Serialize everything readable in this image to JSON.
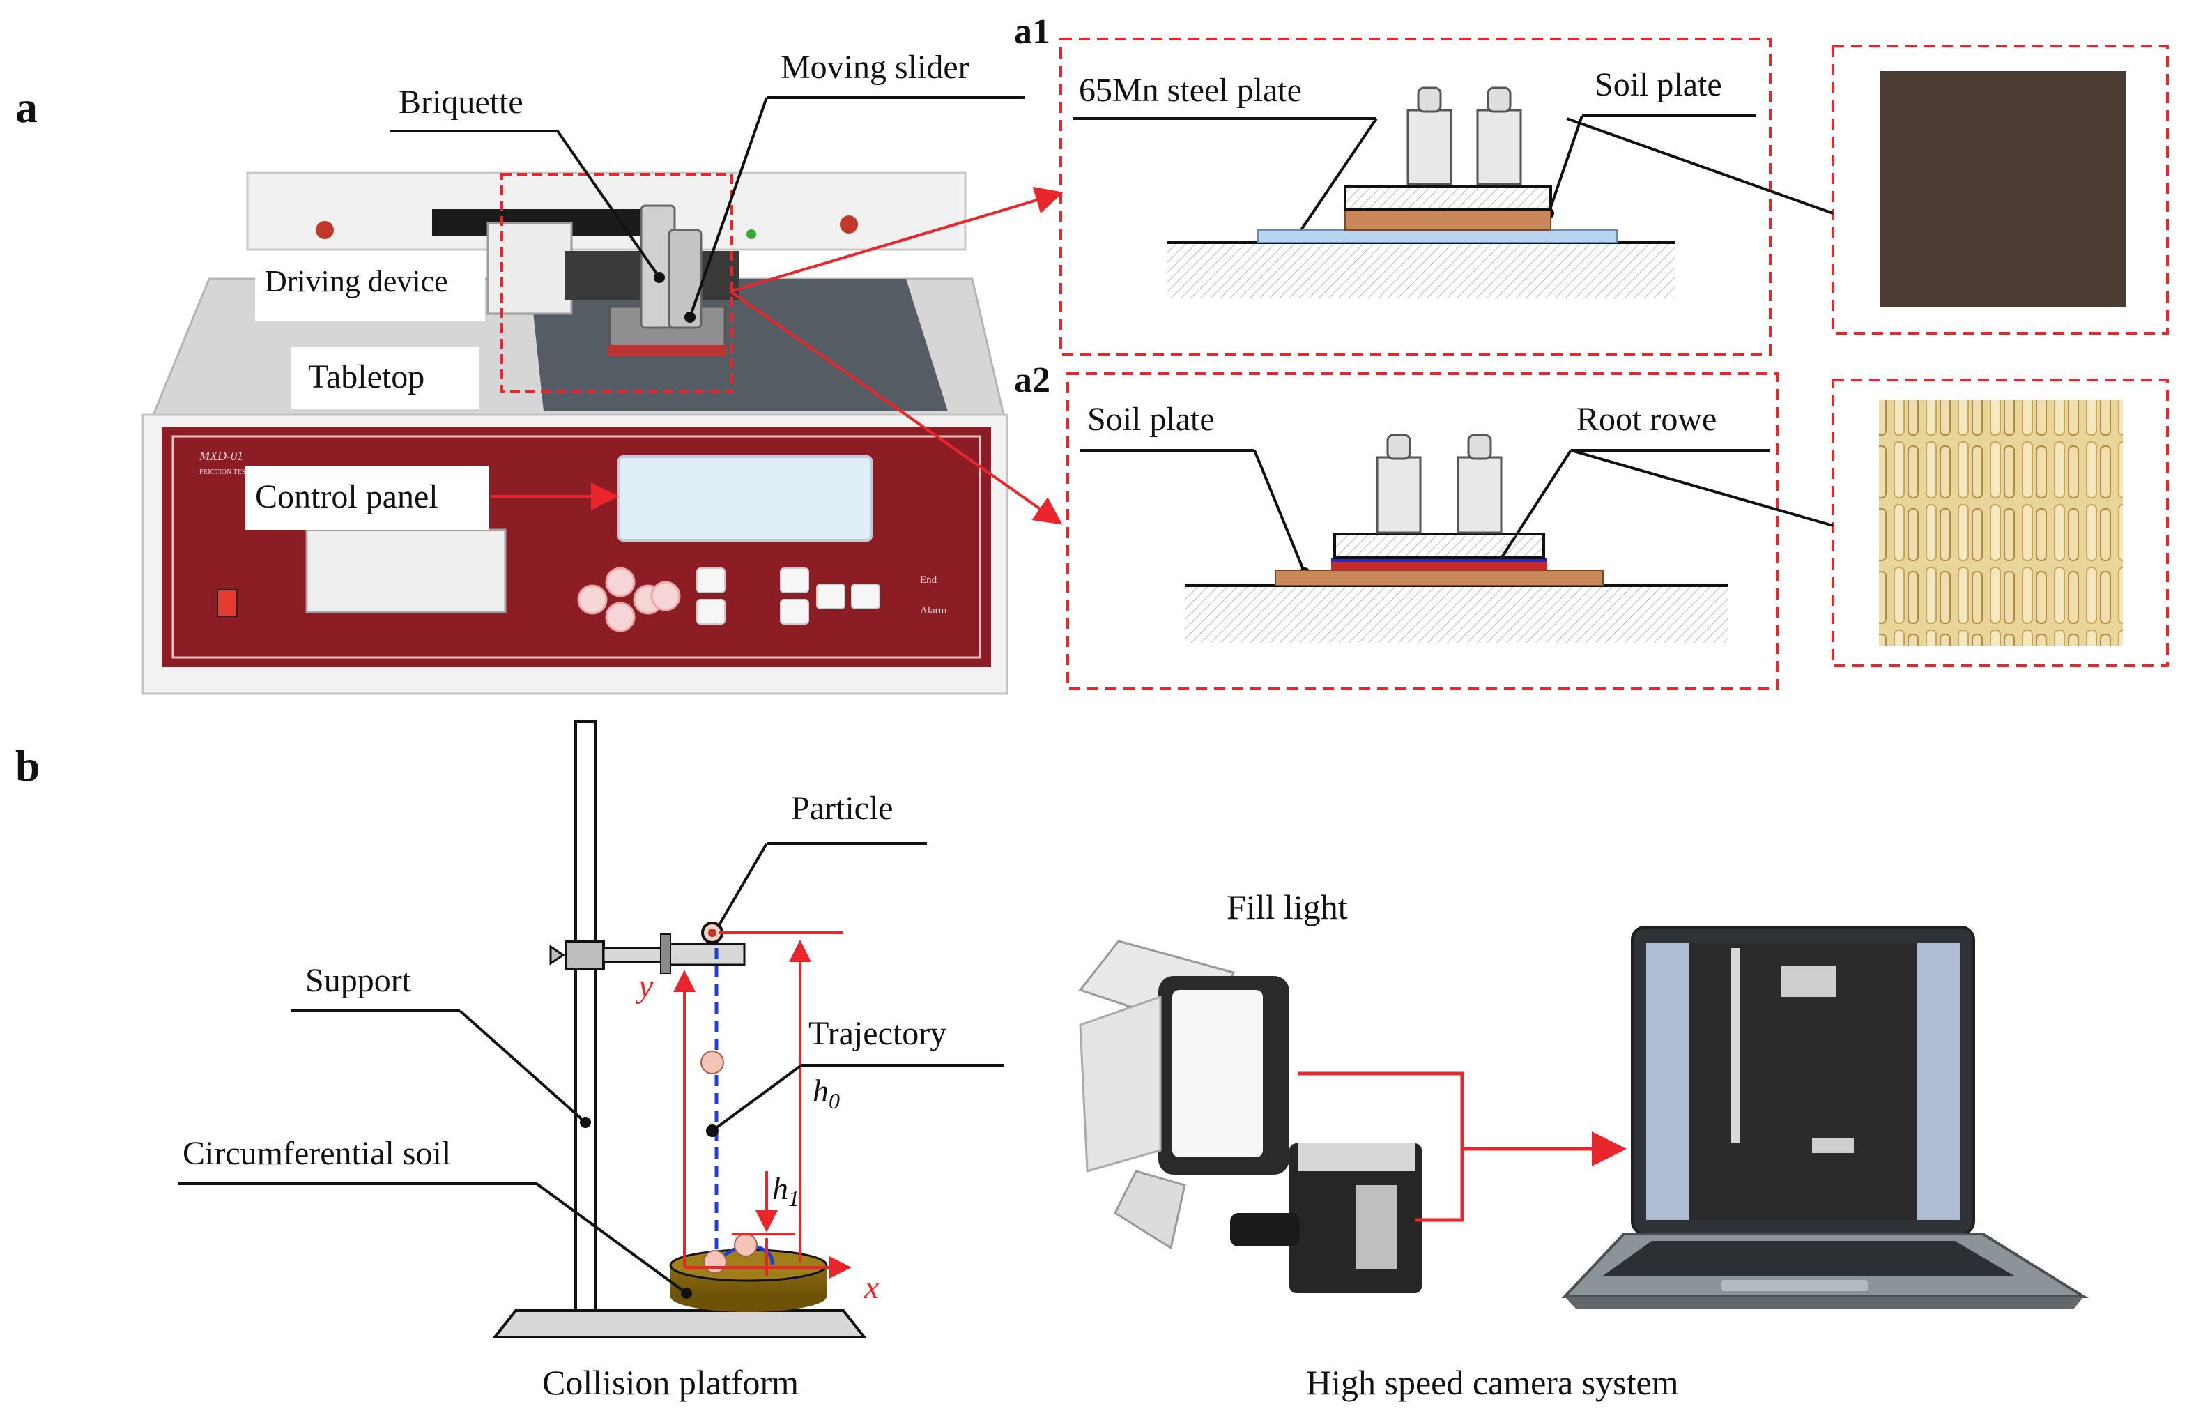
{
  "panels": {
    "a": {
      "letter": "a",
      "labels": {
        "briquette": "Briquette",
        "moving_slider": "Moving slider",
        "driving_device": "Driving device",
        "tabletop": "Tabletop",
        "control_panel": "Control panel",
        "device_model": "MXD-01",
        "device_sub": "FRICTION TESTER",
        "end": "End",
        "alarm": "Alarm"
      }
    },
    "a1": {
      "letter": "a1",
      "labels": {
        "steel_plate": "65Mn steel plate",
        "soil_plate": "Soil plate"
      }
    },
    "a2": {
      "letter": "a2",
      "labels": {
        "soil_plate": "Soil plate",
        "root_rowe": "Root rowe"
      }
    },
    "b": {
      "letter": "b",
      "labels": {
        "particle": "Particle",
        "support": "Support",
        "trajectory": "Trajectory",
        "circumferential_soil": "Circumferential soil",
        "collision_platform": "Collision platform",
        "fill_light": "Fill light",
        "camera_system": "High speed camera system",
        "axis_x": "x",
        "axis_y": "y",
        "h0_main": "h",
        "h0_sub": "0",
        "h1_main": "h",
        "h1_sub": "1"
      }
    }
  },
  "colors": {
    "highlight_red": "#e8262b",
    "panel_maroon": "#8c1d24",
    "soil_brown": "#a0693f",
    "steel_blue": "#b8d4ee",
    "trajectory_blue": "#1f3fd6"
  }
}
